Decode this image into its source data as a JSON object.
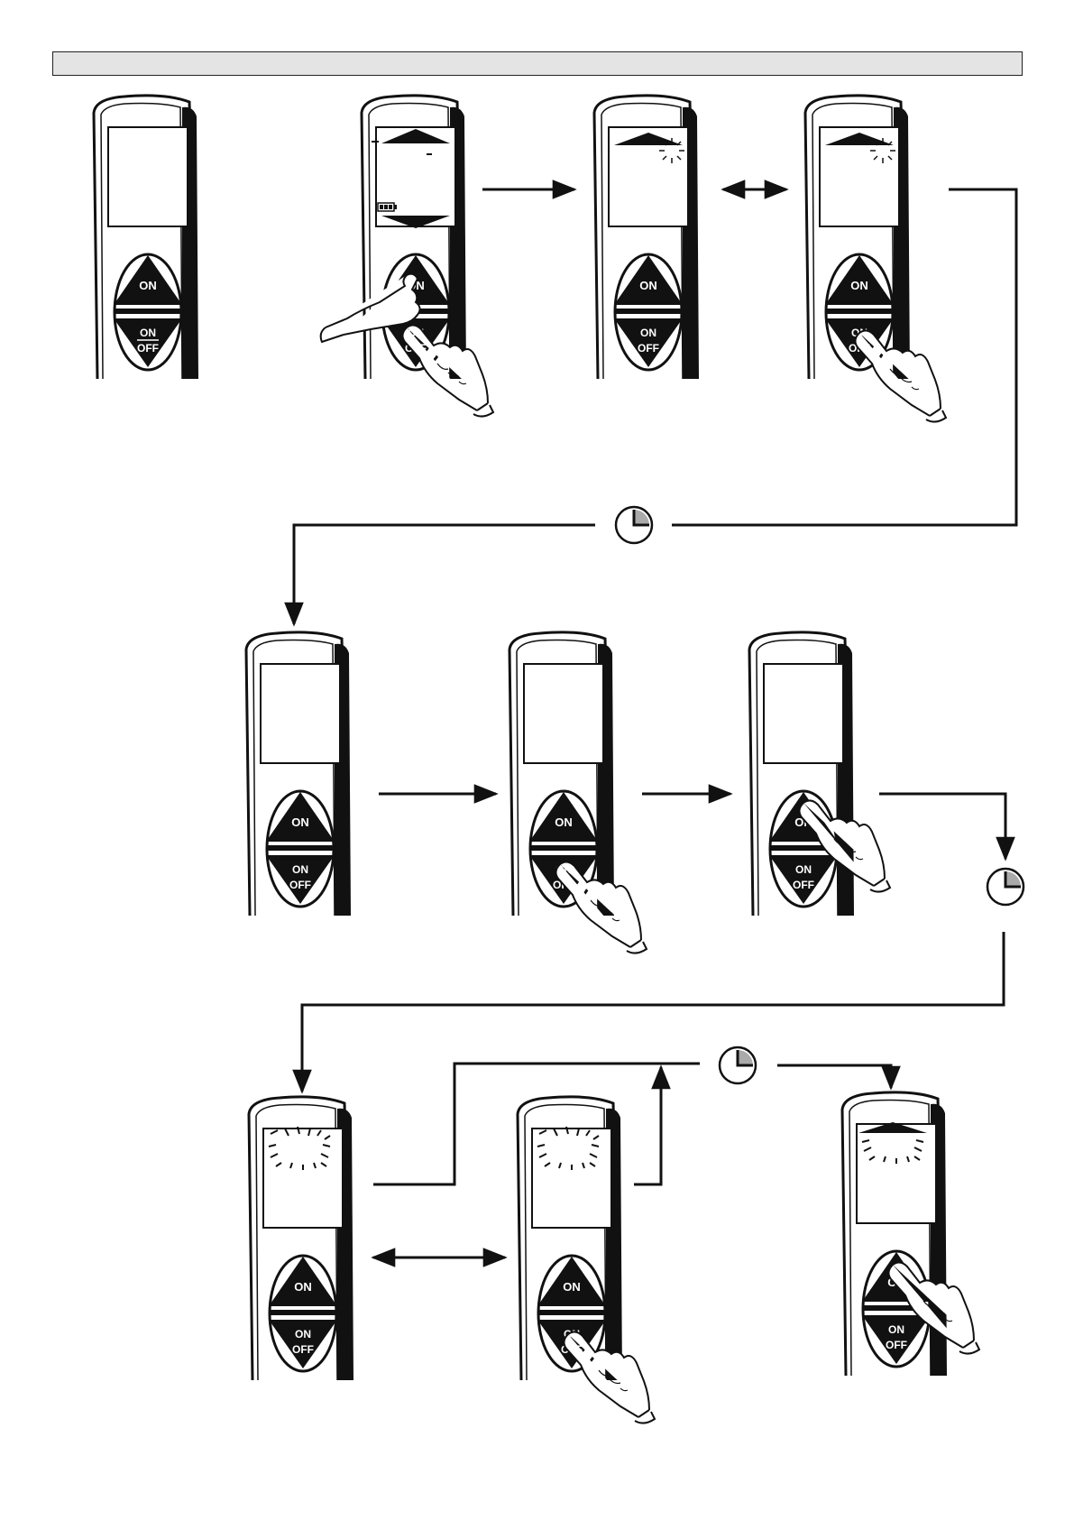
{
  "header": {
    "text": ""
  },
  "remote": {
    "on_label": "ON",
    "onoff_top": "ON",
    "onoff_bottom": "OFF"
  },
  "steps": [
    {
      "id": "r1",
      "display": "blank",
      "press": "none"
    },
    {
      "id": "r2",
      "display": "arrows-battery",
      "press": "both"
    },
    {
      "id": "r3",
      "display": "arrow-flash",
      "press": "none"
    },
    {
      "id": "r4",
      "display": "arrow-flash",
      "press": "onoff"
    },
    {
      "id": "r5",
      "display": "blank",
      "press": "none"
    },
    {
      "id": "r6",
      "display": "blank",
      "press": "onoff"
    },
    {
      "id": "r7",
      "display": "blank",
      "press": "on"
    },
    {
      "id": "r8",
      "display": "dashes-flash",
      "press": "none"
    },
    {
      "id": "r9",
      "display": "dashes-flash",
      "press": "onoff"
    },
    {
      "id": "r10",
      "display": "arrow-dashes-flash",
      "press": "on"
    }
  ],
  "timer_icon": "clock-icon",
  "colors": {
    "ink": "#111111",
    "header": "#e4e4e4",
    "timer_fill": "#aaaaaa"
  }
}
